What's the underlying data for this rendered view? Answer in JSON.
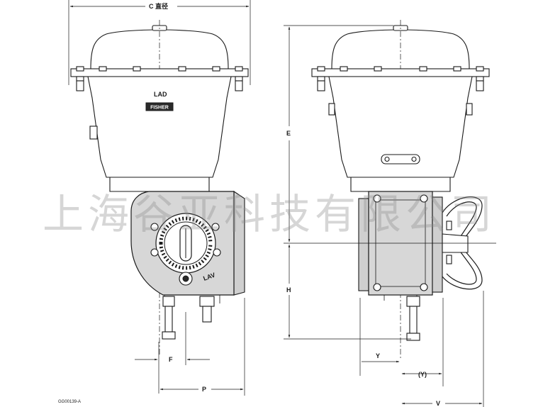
{
  "labels": {
    "c_diameter": "C 直径",
    "lad": "LAD",
    "brand": "FISHER",
    "lav": "LAV",
    "e": "E",
    "h": "H",
    "f": "F",
    "p": "P",
    "y": "Y",
    "y_paren": "(Y)",
    "v": "V",
    "drawing_id": "GG00139-A"
  },
  "watermark": "上海谷亚科技有限公司"
}
